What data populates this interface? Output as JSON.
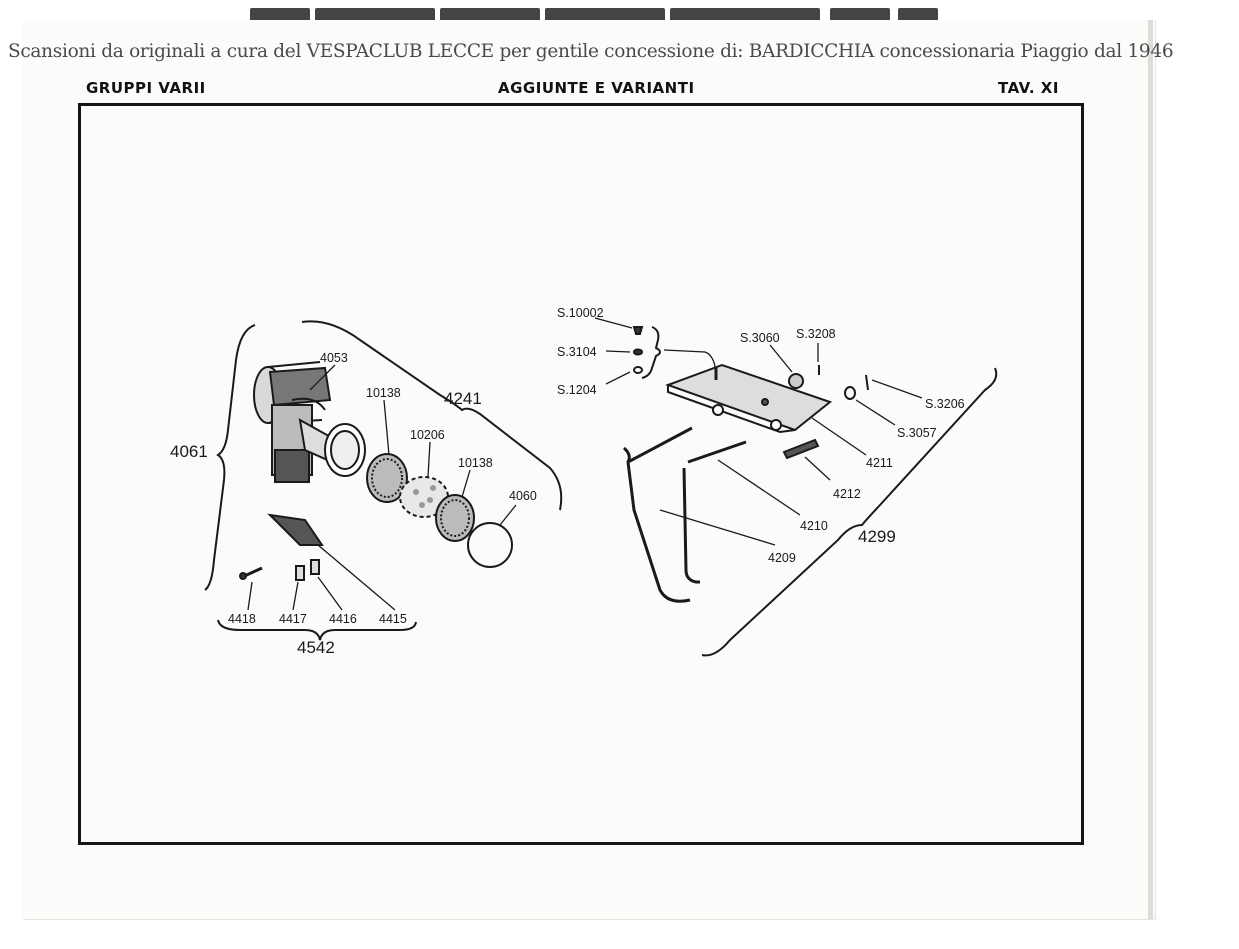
{
  "watermark": "Scansioni da originali a cura del VESPACLUB LECCE per gentile concessione di: BARDICCHIA concessionaria Piaggio dal 1946",
  "header": {
    "left": "GRUPPI VARII",
    "center": "AGGIUNTE E VARIANTI",
    "right": "TAV. XI"
  },
  "left_group": {
    "assembly_main": "4061",
    "assembly_top": "4241",
    "assembly_bottom": "4542",
    "parts": {
      "p4053": "4053",
      "p10138a": "10138",
      "p10206": "10206",
      "p10138b": "10138",
      "p4060": "4060",
      "p4418": "4418",
      "p4417": "4417",
      "p4416": "4416",
      "p4415": "4415"
    }
  },
  "right_group": {
    "assembly": "4299",
    "parts": {
      "s10002": "S.10002",
      "s3104": "S.3104",
      "s1204": "S.1204",
      "s3060": "S.3060",
      "s3208": "S.3208",
      "s3206": "S.3206",
      "s3057": "S.3057",
      "p4211": "4211",
      "p4212": "4212",
      "p4210": "4210",
      "p4209": "4209"
    }
  }
}
